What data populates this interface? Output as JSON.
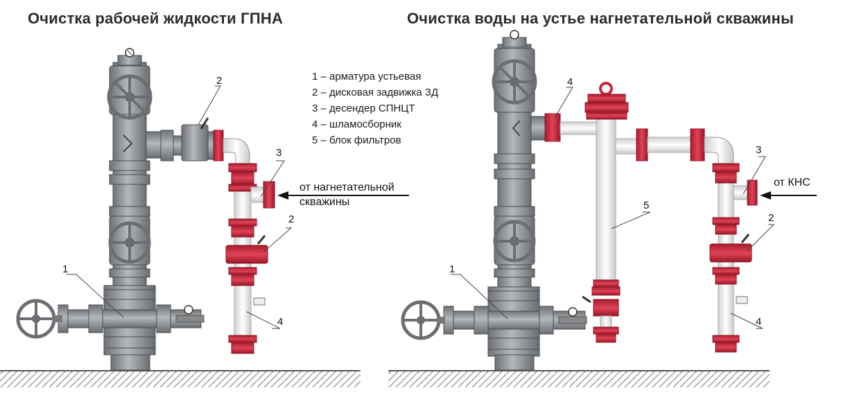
{
  "titles": {
    "left": "Очистка рабочей жидкости ГПНА",
    "right": "Очистка воды на устье нагнетательной скважины"
  },
  "legend": [
    "1 – арматура устьевая",
    "2 – дисковая задвижка ЗД",
    "3 – десендер СПНЦТ",
    "4 – шламосборник",
    "5 – блок фильтров"
  ],
  "flow_labels": {
    "left_line1": "от нагнетательной",
    "left_line2": "скважины",
    "right": "от КНС"
  },
  "callouts": {
    "left": [
      "1",
      "2",
      "3",
      "2",
      "4"
    ],
    "right": [
      "1",
      "4",
      "5",
      "3",
      "2",
      "4"
    ]
  },
  "colors": {
    "gray_body": "#8e9296",
    "gray_dark": "#5e6266",
    "red_flange": "#c8283a",
    "red_dark": "#8f1626",
    "pipe_white": "#f2f2f2",
    "ground": "#666666"
  }
}
